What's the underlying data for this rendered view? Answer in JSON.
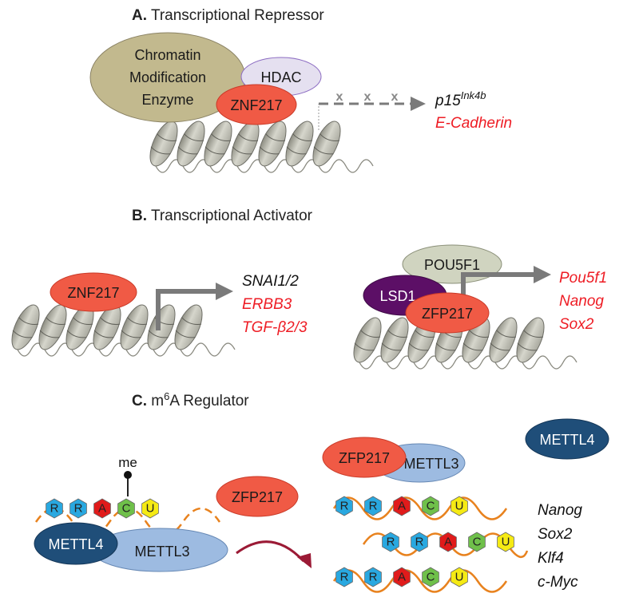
{
  "panels": {
    "a": {
      "letter": "A.",
      "title": "Transcriptional Repressor",
      "chromatin_line1": "Chromatin",
      "chromatin_line2": "Modification",
      "chromatin_line3": "Enzyme",
      "hdac": "HDAC",
      "znf": "ZNF217",
      "block_mark": "x",
      "gene1_base": "p15",
      "gene1_sup": "Ink4b",
      "gene2": "E-Cadherin"
    },
    "b": {
      "letter": "B.",
      "title": "Transcriptional Activator",
      "znf": "ZNF217",
      "left_genes": [
        "SNAI1/2",
        "ERBB3",
        "TGF-β2/3"
      ],
      "pou": "POU5F1",
      "lsd1": "LSD1",
      "zfp": "ZFP217",
      "right_genes": [
        "Pou5f1",
        "Nanog",
        "Sox2"
      ]
    },
    "c": {
      "letter": "C.",
      "title_pre": "m",
      "title_sup": "6",
      "title_post": "A Regulator",
      "me": "me",
      "left_bases": [
        "R",
        "R",
        "A",
        "C",
        "U"
      ],
      "mettl4_left": "METTL4",
      "mettl3_left": "METTL3",
      "zfp_mid": "ZFP217",
      "zfp_top": "ZFP217",
      "mettl3_top": "METTL3",
      "mettl4_top": "METTL4",
      "right_rows": [
        [
          "R",
          "R",
          "A",
          "C",
          "U"
        ],
        [
          "R",
          "R",
          "A",
          "C",
          "U"
        ],
        [
          "R",
          "R",
          "A",
          "C",
          "U"
        ]
      ],
      "target_genes": [
        "Nanog",
        "Sox2",
        "Klf4",
        "c-Myc"
      ]
    }
  },
  "colors": {
    "znf_red": "#f05a45",
    "chromatin_tan": "#c2b98e",
    "hdac_lavender": "#e5e0f0",
    "pou_grey": "#d0d4c0",
    "lsd1_purple": "#5c0f66",
    "mettl4_navy": "#1f4e79",
    "mettl3_blue": "#9dbbe1",
    "base_R": "#29a8e0",
    "base_A": "#e01b1b",
    "base_C": "#6fc04a",
    "base_U": "#f5ea14",
    "rna_orange": "#e8821e",
    "arrow_red": "#9b1a35",
    "gene_red": "#ee1c24",
    "grey_arrow": "#7a7a7a"
  }
}
